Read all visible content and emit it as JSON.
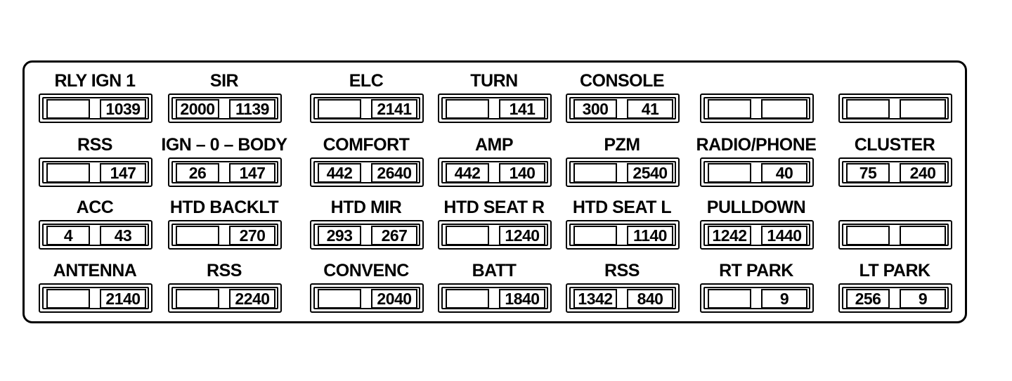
{
  "fuse_panel": {
    "rows": [
      [
        {
          "label": "RLY IGN 1",
          "left": "",
          "right": "1039"
        },
        {
          "label": "SIR",
          "left": "2000",
          "right": "1139"
        },
        {
          "label": "ELC",
          "left": "",
          "right": "2141"
        },
        {
          "label": "TURN",
          "left": "",
          "right": "141"
        },
        {
          "label": "CONSOLE",
          "left": "300",
          "right": "41"
        },
        {
          "label": "",
          "left": "",
          "right": ""
        },
        {
          "label": "",
          "left": "",
          "right": ""
        }
      ],
      [
        {
          "label": "RSS",
          "left": "",
          "right": "147"
        },
        {
          "label": "IGN – 0 – BODY",
          "left": "26",
          "right": "147"
        },
        {
          "label": "COMFORT",
          "left": "442",
          "right": "2640"
        },
        {
          "label": "AMP",
          "left": "442",
          "right": "140"
        },
        {
          "label": "PZM",
          "left": "",
          "right": "2540"
        },
        {
          "label": "RADIO/PHONE",
          "left": "",
          "right": "40"
        },
        {
          "label": "CLUSTER",
          "left": "75",
          "right": "240"
        }
      ],
      [
        {
          "label": "ACC",
          "left": "4",
          "right": "43"
        },
        {
          "label": "HTD BACKLT",
          "left": "",
          "right": "270"
        },
        {
          "label": "HTD MIR",
          "left": "293",
          "right": "267"
        },
        {
          "label": "HTD SEAT R",
          "left": "",
          "right": "1240"
        },
        {
          "label": "HTD SEAT L",
          "left": "",
          "right": "1140"
        },
        {
          "label": "PULLDOWN",
          "left": "1242",
          "right": "1440"
        },
        {
          "label": "",
          "left": "",
          "right": ""
        }
      ],
      [
        {
          "label": "ANTENNA",
          "left": "",
          "right": "2140"
        },
        {
          "label": "RSS",
          "left": "",
          "right": "2240"
        },
        {
          "label": "CONVENC",
          "left": "",
          "right": "2040"
        },
        {
          "label": "BATT",
          "left": "",
          "right": "1840"
        },
        {
          "label": "RSS",
          "left": "1342",
          "right": "840"
        },
        {
          "label": "RT PARK",
          "left": "",
          "right": "9"
        },
        {
          "label": "LT PARK",
          "left": "256",
          "right": "9"
        }
      ]
    ]
  }
}
